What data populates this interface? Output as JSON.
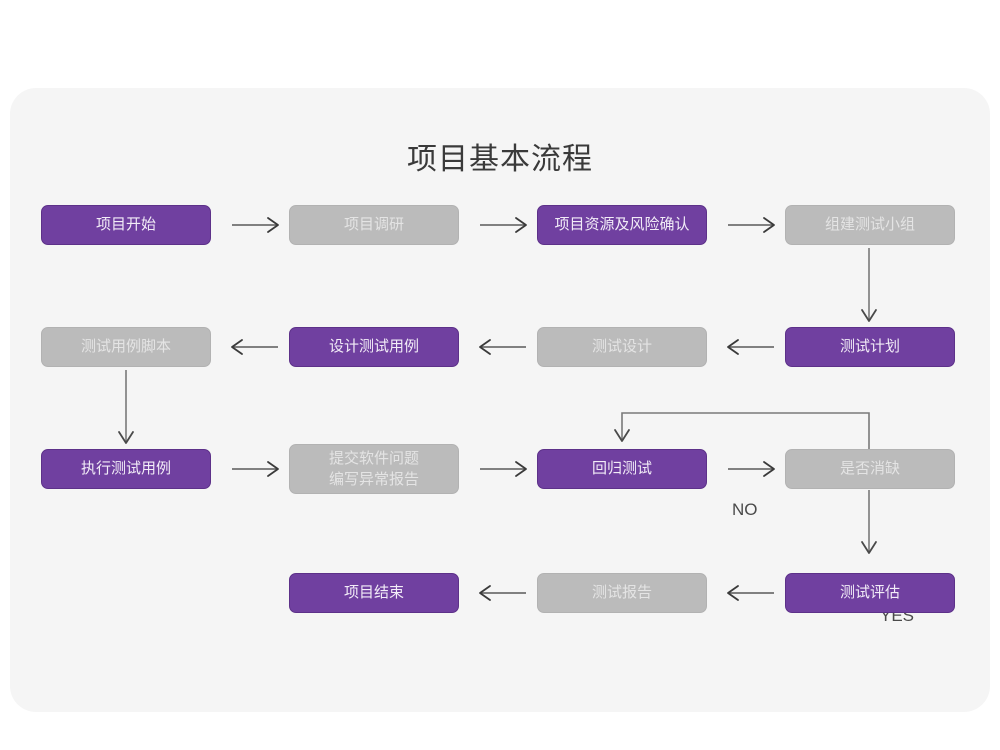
{
  "page": {
    "background": "#ffffff",
    "card_background": "#f5f5f5"
  },
  "title": "项目基本流程",
  "colors": {
    "purple": "#7040a0",
    "purple_border": "#5d3189",
    "purple_text": "#f2ecf7",
    "gray": "#bbbbbb",
    "gray_border": "#b2b2b2",
    "gray_text": "#e4e4e4",
    "arrow": "#5a5a5a",
    "title_text": "#3a3a3a",
    "label_text": "#4a4a4a"
  },
  "nodes": [
    {
      "id": "n1",
      "label": "项目开始",
      "style": "purple",
      "row": 1,
      "col": 1
    },
    {
      "id": "n2",
      "label": "项目调研",
      "style": "gray",
      "row": 1,
      "col": 2
    },
    {
      "id": "n3",
      "label": "项目资源及风险确认",
      "style": "purple",
      "row": 1,
      "col": 3
    },
    {
      "id": "n4",
      "label": "组建测试小组",
      "style": "gray",
      "row": 1,
      "col": 4
    },
    {
      "id": "n5",
      "label": "测试用例脚本",
      "style": "gray",
      "row": 2,
      "col": 1
    },
    {
      "id": "n6",
      "label": "设计测试用例",
      "style": "purple",
      "row": 2,
      "col": 2
    },
    {
      "id": "n7",
      "label": "测试设计",
      "style": "gray",
      "row": 2,
      "col": 3
    },
    {
      "id": "n8",
      "label": "测试计划",
      "style": "purple",
      "row": 2,
      "col": 4
    },
    {
      "id": "n9",
      "label": "执行测试用例",
      "style": "purple",
      "row": 3,
      "col": 1
    },
    {
      "id": "n10",
      "label": "提交软件问题\n编写异常报告",
      "style": "gray",
      "row": 3,
      "col": 2
    },
    {
      "id": "n11",
      "label": "回归测试",
      "style": "purple",
      "row": 3,
      "col": 3
    },
    {
      "id": "n12",
      "label": "是否消缺",
      "style": "gray",
      "row": 3,
      "col": 4
    },
    {
      "id": "n13",
      "label": "项目结束",
      "style": "purple",
      "row": 4,
      "col": 2
    },
    {
      "id": "n14",
      "label": "测试报告",
      "style": "gray",
      "row": 4,
      "col": 3
    },
    {
      "id": "n15",
      "label": "测试评估",
      "style": "purple",
      "row": 4,
      "col": 4
    }
  ],
  "edge_labels": {
    "no": "NO",
    "yes": "YES"
  }
}
